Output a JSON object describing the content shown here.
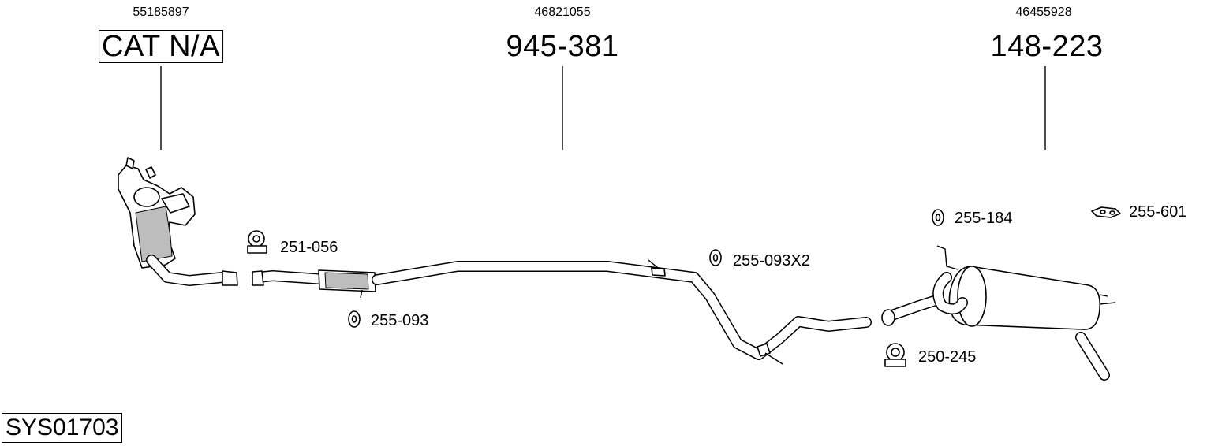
{
  "parts": [
    {
      "oe_number": "55185897",
      "part_number": "CAT N/A"
    },
    {
      "oe_number": "46821055",
      "part_number": "945-381"
    },
    {
      "oe_number": "46455928",
      "part_number": "148-223"
    }
  ],
  "accessories": {
    "clamp_1": "251-056",
    "mount_1": "255-093",
    "mount_2": "255-093X2",
    "mount_3": "255-184",
    "mount_4": "255-601",
    "clamp_2": "250-245"
  },
  "system_code": "SYS01703"
}
